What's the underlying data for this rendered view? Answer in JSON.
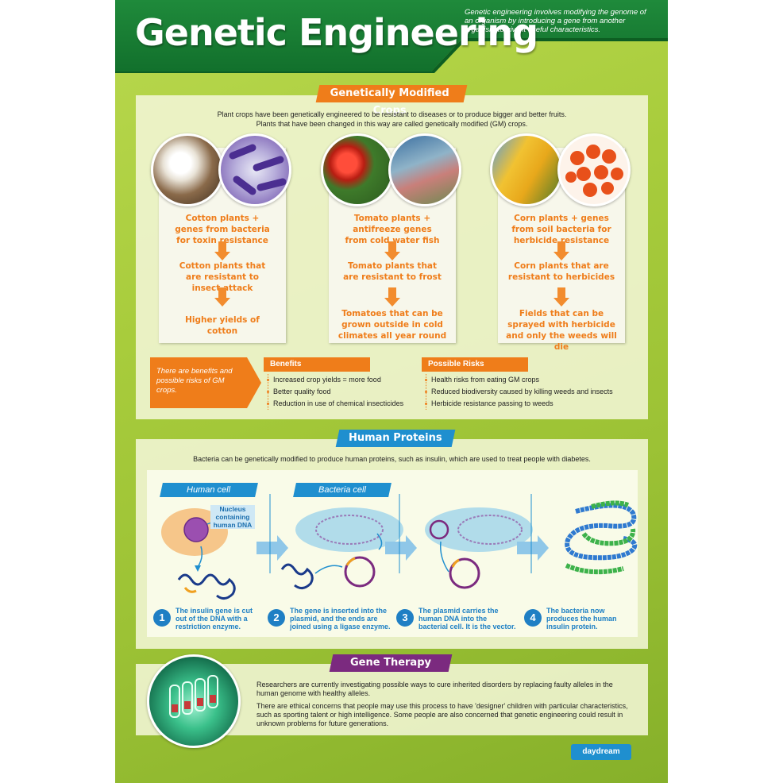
{
  "header": {
    "title": "Genetic Engineering",
    "intro": "Genetic engineering involves modifying the genome of an organism by introducing a gene from another organism to give it useful characteristics."
  },
  "gm_crops": {
    "title": "Genetically Modified Crops",
    "intro_line1": "Plant crops have been genetically engineered to be resistant to diseases or to produce bigger and better fruits.",
    "intro_line2": "Plants that have been changed in this way are called genetically modified (GM) crops.",
    "cards": [
      {
        "step1": "Cotton plants + genes from bacteria for toxin resistance",
        "step2": "Cotton plants that are resistant to insect attack",
        "step3": "Higher yields of cotton"
      },
      {
        "step1": "Tomato plants + antifreeze genes from cold water fish",
        "step2": "Tomato plants that are resistant to frost",
        "step3": "Tomatoes that can be grown outside in cold climates all year round"
      },
      {
        "step1": "Corn plants + genes from soil bacteria for herbicide resistance",
        "step2": "Corn plants that are resistant to herbicides",
        "step3": "Fields that can be sprayed with herbicide and only the weeds will die"
      }
    ],
    "callout": "There are benefits and possible risks of GM crops.",
    "benefits": {
      "title": "Benefits",
      "items": [
        "Increased crop yields = more food",
        "Better quality food",
        "Reduction in use of chemical insecticides"
      ]
    },
    "risks": {
      "title": "Possible Risks",
      "items": [
        "Health risks from eating GM crops",
        "Reduced biodiversity caused by killing weeds and insects",
        "Herbicide resistance passing to weeds"
      ]
    }
  },
  "human_proteins": {
    "title": "Human Proteins",
    "intro": "Bacteria can be genetically modified to produce human proteins, such as insulin, which are used to treat people with diabetes.",
    "human_cell_label": "Human cell",
    "bacteria_cell_label": "Bacteria cell",
    "nucleus_label": "Nucleus containing human DNA",
    "steps": [
      {
        "num": "1",
        "text": "The insulin gene is cut out of the DNA with a restriction enzyme."
      },
      {
        "num": "2",
        "text": "The gene is inserted into the plasmid, and the ends are joined using a ligase enzyme."
      },
      {
        "num": "3",
        "text": "The plasmid carries the human DNA into the bacterial cell. It is the vector."
      },
      {
        "num": "4",
        "text": "The bacteria now produces the human insulin protein."
      }
    ]
  },
  "gene_therapy": {
    "title": "Gene Therapy",
    "para1": "Researchers are currently investigating possible ways to cure inherited disorders by replacing faulty alleles in the human genome with healthy alleles.",
    "para2": "There are ethical concerns that people may use this process to have 'designer' children with particular characteristics, such as sporting talent or high intelligence. Some people are also concerned that genetic engineering could result in unknown problems for future generations."
  },
  "logo": {
    "text": "daydream"
  },
  "colors": {
    "green": "#15803d",
    "orange": "#ef7d1a",
    "blue": "#1f8fcf",
    "purple": "#7b2a7f"
  }
}
